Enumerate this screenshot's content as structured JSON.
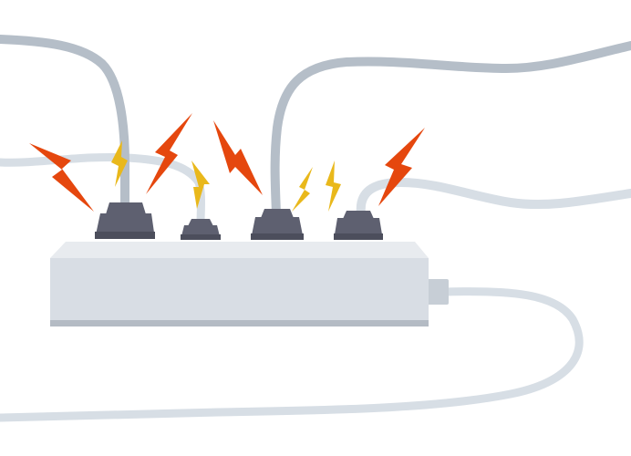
{
  "illustration": {
    "subject": "overloaded-power-strip",
    "colors": {
      "background": "#ffffff",
      "cable_dark": "#b5bec8",
      "cable_light": "#d7dee5",
      "strip_body": "#d8dde4",
      "strip_top": "#e8ebef",
      "strip_shadow": "#b4bbc4",
      "plug": "#5e6070",
      "plug_shade": "#4c4e5c",
      "spark_red": "#e5470e",
      "spark_yellow": "#e9b81b"
    },
    "plug_count": 4,
    "red_spark_count": 4,
    "yellow_spark_count": 4
  }
}
